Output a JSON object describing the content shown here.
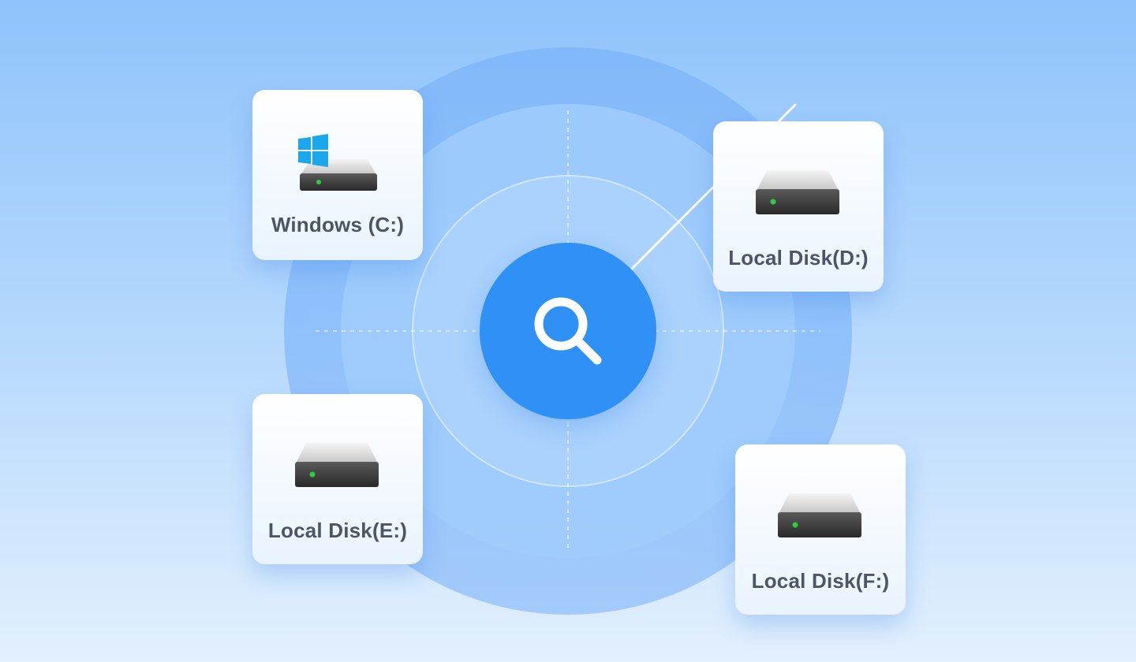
{
  "center": {
    "icon": "search-icon",
    "accent_color": "#2f90f5"
  },
  "drives": [
    {
      "label": "Windows (C:)",
      "icon": "windows-hdd-icon",
      "system": true
    },
    {
      "label": "Local Disk(D:)",
      "icon": "hdd-icon",
      "system": false
    },
    {
      "label": "Local Disk(E:)",
      "icon": "hdd-icon",
      "system": false
    },
    {
      "label": "Local Disk(F:)",
      "icon": "hdd-icon",
      "system": false
    }
  ],
  "colors": {
    "background_top": "#8fc3fb",
    "background_bottom": "#e3f0fd",
    "label_text": "#4a5566",
    "drive_led": "#2ecc40",
    "windows_logo": "#1aa7ec"
  }
}
